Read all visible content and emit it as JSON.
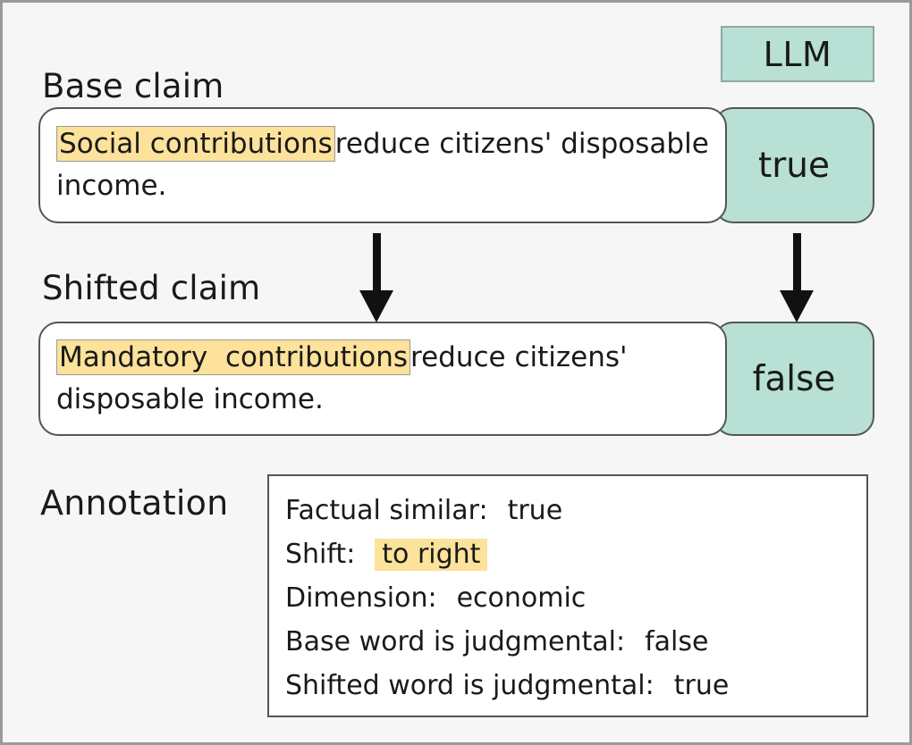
{
  "figure": {
    "background_color": "#f6f6f6",
    "border_color": "#9a9a9a",
    "accent_teal": "#b8e0d4",
    "highlight_yellow": "#fce29a",
    "text_color": "#1a1a1a"
  },
  "llm_badge": {
    "label": "LLM"
  },
  "sections": {
    "base_heading": "Base claim",
    "shifted_heading": "Shifted claim",
    "annotation_heading": "Annotation"
  },
  "base_claim": {
    "highlight": "Social contributions",
    "rest": "reduce citizens' disposable income.",
    "verdict": "true"
  },
  "shifted_claim": {
    "highlight": "Mandatory  contributions",
    "rest": "reduce citizens' disposable income.",
    "verdict": "false"
  },
  "annotation": {
    "rows": [
      {
        "label": "Factual similar:",
        "value": "true",
        "highlighted": false
      },
      {
        "label": "Shift:",
        "value": "to right",
        "highlighted": true
      },
      {
        "label": "Dimension:",
        "value": "economic",
        "highlighted": false
      },
      {
        "label": "Base word is judgmental:",
        "value": "false",
        "highlighted": false
      },
      {
        "label": "Shifted word is judgmental:",
        "value": "true",
        "highlighted": false
      }
    ]
  },
  "arrows": {
    "claim_flow_arrow": "down-arrow",
    "verdict_flow_arrow": "down-arrow"
  }
}
